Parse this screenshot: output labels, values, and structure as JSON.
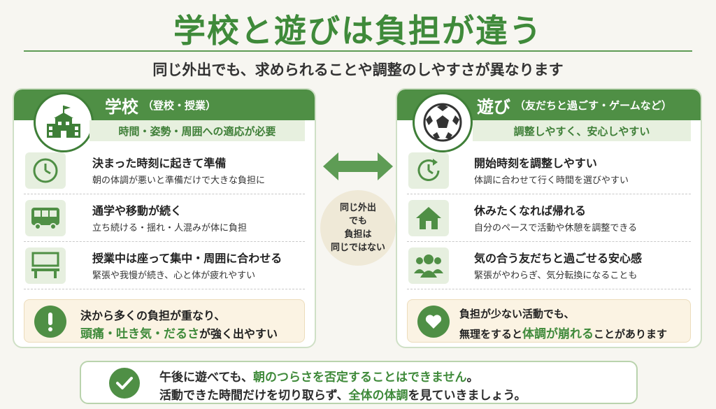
{
  "title": "学校と遊びは負担が違う",
  "subtitle": "同じ外出でも、求められることや調整のしやすさが異なります",
  "colors": {
    "primary": "#4f8f45",
    "accent": "#3f8a3a",
    "light": "#e6efdf",
    "note_bg": "#fbf3e3"
  },
  "school": {
    "icon": "school-building-icon",
    "title": "学校",
    "title_sub": "（登校・授業）",
    "subheading": "時間・姿勢・周囲への適応が必要",
    "items": [
      {
        "icon": "clock-icon",
        "title": "決まった時刻に起きて準備",
        "desc": "朝の体調が悪いと準備だけで大きな負担に"
      },
      {
        "icon": "bus-icon",
        "title": "通学や移動が続く",
        "desc": "立ち続ける・揺れ・人混みが体に負担"
      },
      {
        "icon": "classroom-desk-icon",
        "title": "授業中は座って集中・周囲に合わせる",
        "desc": "緊張や我慢が続き、心と体が疲れやすい"
      }
    ],
    "note": {
      "icon": "exclamation-icon",
      "line1": "決から多くの負担が重なり、",
      "line2_highlight": "頭痛・吐き気・だるさ",
      "line2_rest": "が強く出やすい"
    }
  },
  "play": {
    "icon": "soccer-ball-icon",
    "title": "遊び",
    "title_sub": "（友だちと過ごす・ゲームなど）",
    "subheading": "調整しやすく、安心しやすい",
    "items": [
      {
        "icon": "clock-refresh-icon",
        "title": "開始時刻を調整しやすい",
        "desc": "体調に合わせて行く時間を選びやすい"
      },
      {
        "icon": "house-icon",
        "title": "休みたくなれば帰れる",
        "desc": "自分のペースで活動や休憩を調整できる"
      },
      {
        "icon": "group-people-icon",
        "title": "気の合う友だちと過ごせる安心感",
        "desc": "緊張がやわらぎ、気分転換になることも"
      }
    ],
    "note": {
      "icon": "heart-icon",
      "line1": "負担が少ない活動でも、",
      "line2_pre": "無理をすると",
      "line2_highlight": "体調が崩れる",
      "line2_post": "ことがあります"
    }
  },
  "center": {
    "icon": "double-arrow-icon",
    "lines": [
      "同じ外出",
      "でも",
      "負担は",
      "同じではない"
    ]
  },
  "bottom": {
    "icon": "check-icon",
    "line1_pre": "午後に遊べても、",
    "line1_highlight": "朝のつらさを否定することはできません",
    "line1_post": "。",
    "line2_pre": "活動できた時間だけを切り取らず、",
    "line2_highlight": "全体の体調",
    "line2_post": "を見ていきましょう。"
  }
}
